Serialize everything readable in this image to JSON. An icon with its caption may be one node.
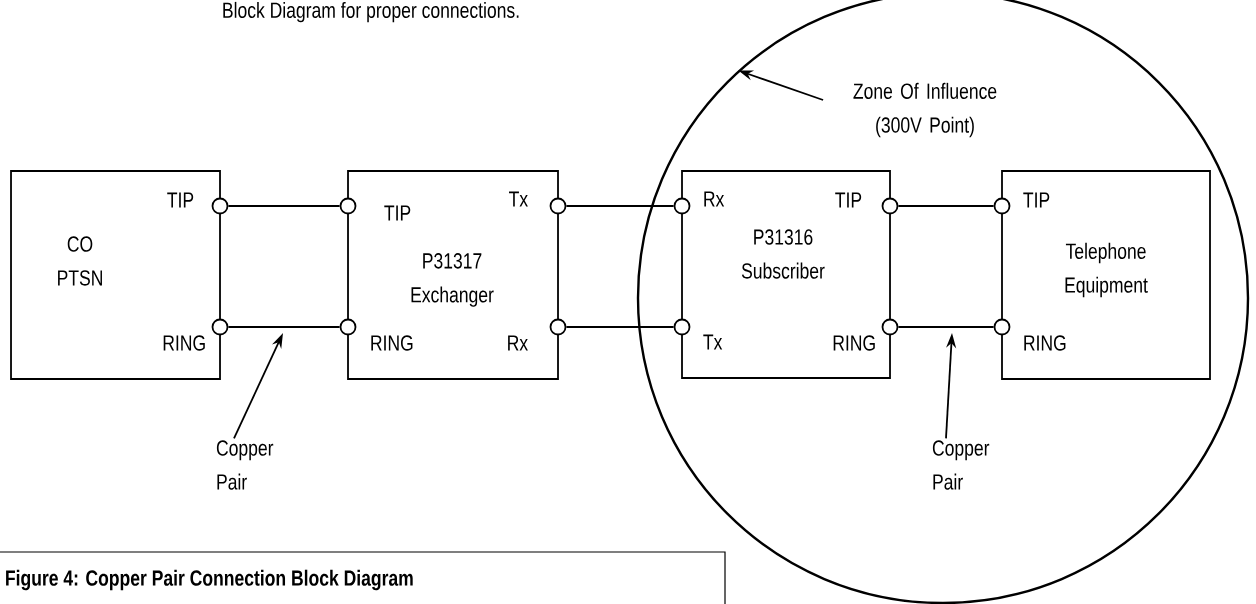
{
  "diagram": {
    "caption": "Figure 4: Copper Pair Connection Block Diagram",
    "nodes": [
      {
        "text": [
          "TIP",
          "CO PTSN",
          "RING"
        ]
      },
      {
        "text": [
          "Tx",
          "TIP",
          "P31317 Exchanger",
          "RING",
          "Rx"
        ]
      },
      {
        "text": [],
        "shape": "circle"
      },
      {
        "text": [
          "Rx",
          "TIP",
          "P31316 Subscriber",
          "Tx",
          "RING"
        ],
        "in": 2
      },
      {
        "text": [
          "TIP",
          "Telephone Equipment",
          "RING"
        ],
        "in": 2
      },
      {
        "text": [
          "Zone Of Influence (300V Point)"
        ],
        "in": 2
      },
      {
        "text": [
          "Copper Pair"
        ]
      },
      {
        "text": [
          "Copper Pair"
        ],
        "in": 2
      }
    ],
    "edges": [
      {
        "from": 0,
        "to": 1,
        "arrow": "none"
      },
      {
        "from": 0,
        "to": 1,
        "arrow": "none"
      },
      {
        "from": 1,
        "to": 3,
        "arrow": "none"
      },
      {
        "from": 1,
        "to": 3,
        "arrow": "none"
      },
      {
        "from": 3,
        "to": 4,
        "arrow": "none"
      },
      {
        "from": 3,
        "to": 4,
        "arrow": "none"
      },
      {
        "from": 5,
        "to": 2,
        "arrow": "to"
      },
      {
        "from": 6,
        "to": null,
        "arrow": "to"
      },
      {
        "from": 7,
        "to": null,
        "arrow": "to"
      }
    ],
    "labels": [
      "Block Diagram for proper connections."
    ]
  }
}
